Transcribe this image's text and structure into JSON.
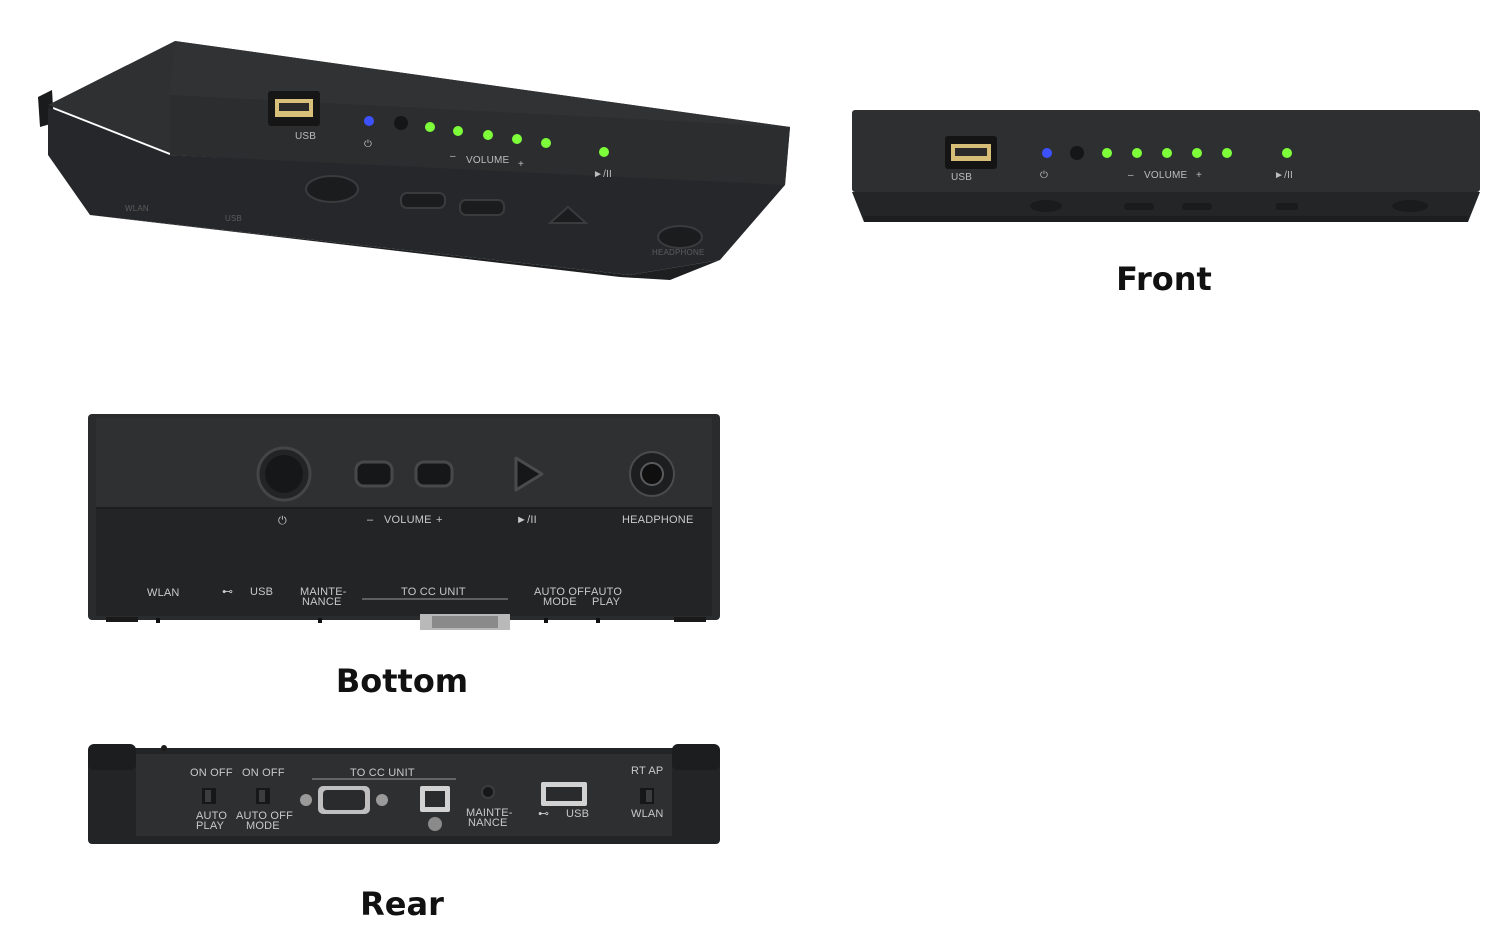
{
  "captions": {
    "front": "Front",
    "bottom": "Bottom",
    "rear": "Rear"
  },
  "labels": {
    "usb": "USB",
    "volume": "VOLUME",
    "minus": "–",
    "plus": "+",
    "play_pause": "►/II",
    "headphone": "HEADPHONE",
    "wlan": "WLAN",
    "maintenance_l1": "MAINTE-",
    "maintenance_l2": "NANCE",
    "to_cc_unit": "TO  CC  UNIT",
    "auto_off_l1": "AUTO OFF",
    "auto_off_l2": "MODE",
    "auto_play_l1": "AUTO",
    "auto_play_l2": "PLAY",
    "on_off": "ON OFF",
    "auto_off_rear_l1": "AUTO OFF",
    "auto_off_rear_l2": "MODE",
    "rt_ap": "RT AP"
  },
  "colors": {
    "body": "#2b2c2e",
    "body_dark": "#1c1d1f",
    "power_led": "#3d52ff",
    "volume_led": "#7dff3a",
    "label": "#c9c9c9"
  }
}
